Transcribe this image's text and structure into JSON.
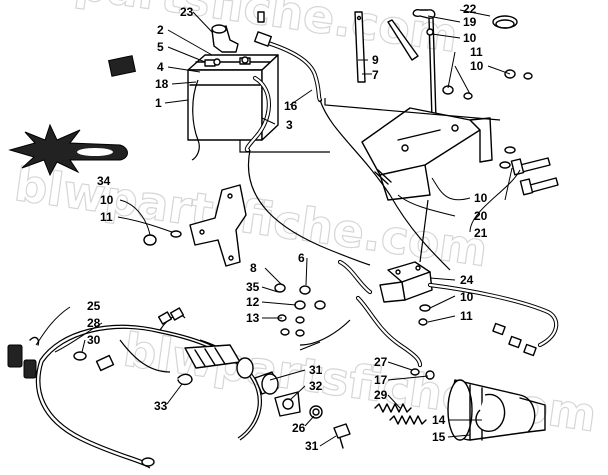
{
  "watermark": {
    "text_top": "blwpartsfiche.com",
    "text_middle": "blwpartsfiche.com",
    "text_bottom": "blwpartsfiche.com"
  },
  "callouts": [
    {
      "id": "c23",
      "label": "23"
    },
    {
      "id": "c2",
      "label": "2"
    },
    {
      "id": "c5",
      "label": "5"
    },
    {
      "id": "c4",
      "label": "4"
    },
    {
      "id": "c18",
      "label": "18"
    },
    {
      "id": "c1",
      "label": "1"
    },
    {
      "id": "c16",
      "label": "16"
    },
    {
      "id": "c3",
      "label": "3"
    },
    {
      "id": "c9",
      "label": "9"
    },
    {
      "id": "c7",
      "label": "7"
    },
    {
      "id": "c22",
      "label": "22"
    },
    {
      "id": "c19",
      "label": "19"
    },
    {
      "id": "c10a",
      "label": "10"
    },
    {
      "id": "c11a",
      "label": "11"
    },
    {
      "id": "c10b",
      "label": "10"
    },
    {
      "id": "c34",
      "label": "34"
    },
    {
      "id": "c10c",
      "label": "10"
    },
    {
      "id": "c11b",
      "label": "11"
    },
    {
      "id": "c10d",
      "label": "10"
    },
    {
      "id": "c20",
      "label": "20"
    },
    {
      "id": "c21",
      "label": "21"
    },
    {
      "id": "c8",
      "label": "8"
    },
    {
      "id": "c6",
      "label": "6"
    },
    {
      "id": "c35",
      "label": "35"
    },
    {
      "id": "c12",
      "label": "12"
    },
    {
      "id": "c13",
      "label": "13"
    },
    {
      "id": "c24",
      "label": "24"
    },
    {
      "id": "c10e",
      "label": "10"
    },
    {
      "id": "c11c",
      "label": "11"
    },
    {
      "id": "c25",
      "label": "25"
    },
    {
      "id": "c28",
      "label": "28"
    },
    {
      "id": "c30",
      "label": "30"
    },
    {
      "id": "c27",
      "label": "27"
    },
    {
      "id": "c17",
      "label": "17"
    },
    {
      "id": "c29",
      "label": "29"
    },
    {
      "id": "c14",
      "label": "14"
    },
    {
      "id": "c15",
      "label": "15"
    },
    {
      "id": "c31a",
      "label": "31"
    },
    {
      "id": "c32",
      "label": "32"
    },
    {
      "id": "c33",
      "label": "33"
    },
    {
      "id": "c26",
      "label": "26"
    },
    {
      "id": "c31b",
      "label": "31"
    }
  ]
}
